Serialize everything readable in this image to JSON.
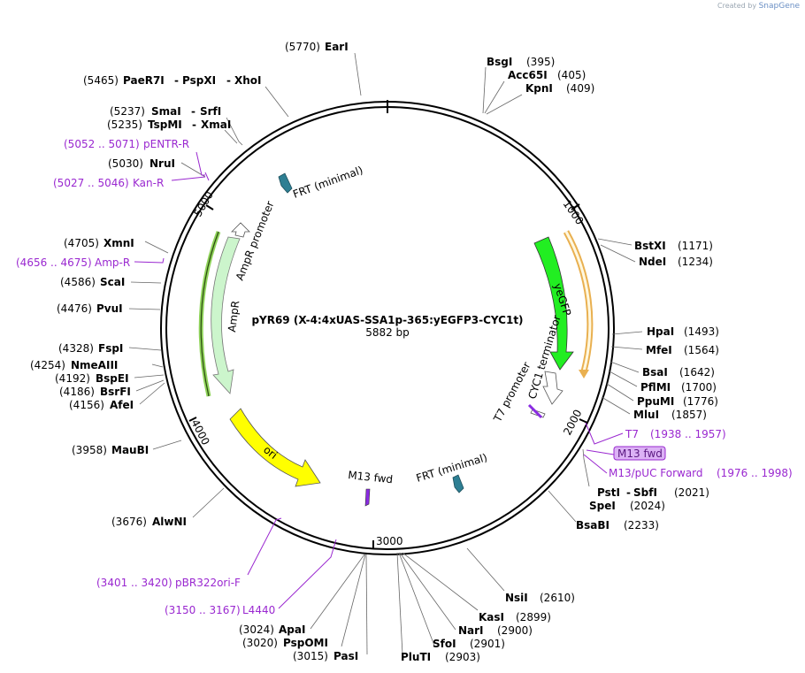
{
  "credit": {
    "prefix": "Created by",
    "brand": "SnapGene"
  },
  "plasmid": {
    "name": "pYR69 (X-4:4xUAS-SSA1p-365:yEGFP3-CYC1t)",
    "size_label": "5882 bp"
  },
  "ticks": [
    "1000",
    "2000",
    "3000",
    "4000",
    "5000"
  ],
  "enzymes": [
    {
      "name": "EarI",
      "pos": "(5770)"
    },
    {
      "name": "BsgI",
      "pos": "(395)"
    },
    {
      "name": "Acc65I",
      "pos": "(405)"
    },
    {
      "name": "KpnI",
      "pos": "(409)"
    },
    {
      "name": "PaeR7I",
      "pos": "(5465)"
    },
    {
      "name": "PspXI",
      "pos": ""
    },
    {
      "name": "XhoI",
      "pos": ""
    },
    {
      "name": "SmaI",
      "pos": "(5237)"
    },
    {
      "name": "SrfI",
      "pos": ""
    },
    {
      "name": "TspMI",
      "pos": "(5235)"
    },
    {
      "name": "XmaI",
      "pos": ""
    },
    {
      "name": "NruI",
      "pos": "(5030)"
    },
    {
      "name": "BstXI",
      "pos": "(1171)"
    },
    {
      "name": "NdeI",
      "pos": "(1234)"
    },
    {
      "name": "XmnI",
      "pos": "(4705)"
    },
    {
      "name": "ScaI",
      "pos": "(4586)"
    },
    {
      "name": "PvuI",
      "pos": "(4476)"
    },
    {
      "name": "HpaI",
      "pos": "(1493)"
    },
    {
      "name": "MfeI",
      "pos": "(1564)"
    },
    {
      "name": "BsaI",
      "pos": "(1642)"
    },
    {
      "name": "FspI",
      "pos": "(4328)"
    },
    {
      "name": "NmeAIII",
      "pos": "(4254)"
    },
    {
      "name": "BspEI",
      "pos": "(4192)"
    },
    {
      "name": "BsrFI",
      "pos": "(4186)"
    },
    {
      "name": "AfeI",
      "pos": "(4156)"
    },
    {
      "name": "PflMI",
      "pos": "(1700)"
    },
    {
      "name": "PpuMI",
      "pos": "(1776)"
    },
    {
      "name": "MluI",
      "pos": "(1857)"
    },
    {
      "name": "MauBI",
      "pos": "(3958)"
    },
    {
      "name": "PstI",
      "pos": "(2021)"
    },
    {
      "name": "SbfI",
      "pos": ""
    },
    {
      "name": "SpeI",
      "pos": "(2024)"
    },
    {
      "name": "BsaBI",
      "pos": "(2233)"
    },
    {
      "name": "AlwNI",
      "pos": "(3676)"
    },
    {
      "name": "NsiI",
      "pos": "(2610)"
    },
    {
      "name": "KasI",
      "pos": "(2899)"
    },
    {
      "name": "NarI",
      "pos": "(2900)"
    },
    {
      "name": "SfoI",
      "pos": "(2901)"
    },
    {
      "name": "PluTI",
      "pos": "(2903)"
    },
    {
      "name": "ApaI",
      "pos": "(3024)"
    },
    {
      "name": "PspOMI",
      "pos": "(3020)"
    },
    {
      "name": "PasI",
      "pos": "(3015)"
    }
  ],
  "primers": [
    {
      "name": "pENTR-R",
      "range": "(5052 .. 5071)"
    },
    {
      "name": "Kan-R",
      "range": "(5027 .. 5046)"
    },
    {
      "name": "Amp-R",
      "range": "(4656 .. 4675)"
    },
    {
      "name": "T7",
      "range": "(1938 .. 1957)"
    },
    {
      "name": "M13 fwd",
      "range": ""
    },
    {
      "name": "M13/pUC Forward",
      "range": "(1976 .. 1998)"
    },
    {
      "name": "pBR322ori-F",
      "range": "(3401 .. 3420)"
    },
    {
      "name": "L4440",
      "range": "(3150 .. 3167)"
    }
  ],
  "features": [
    {
      "name": "FRT (minimal)",
      "color": "#2e7f93"
    },
    {
      "name": "AmpR promoter",
      "color": "#ffffff"
    },
    {
      "name": "AmpR",
      "color": "#ccf5cc"
    },
    {
      "name": "yeGFP",
      "color": "#22ee22"
    },
    {
      "name": "CYC1 terminator",
      "color": "#ffffff"
    },
    {
      "name": "T7 promoter",
      "color": "#ffffff"
    },
    {
      "name": "ori",
      "color": "#ffff00"
    },
    {
      "name": "M13 fwd",
      "color": "#8a2be2"
    },
    {
      "name": "FRT (minimal)",
      "color": "#2e7f93"
    }
  ],
  "colors": {
    "primer": "#9a28d0",
    "backbone": "#000000",
    "orf_outline": "#e9b050"
  }
}
